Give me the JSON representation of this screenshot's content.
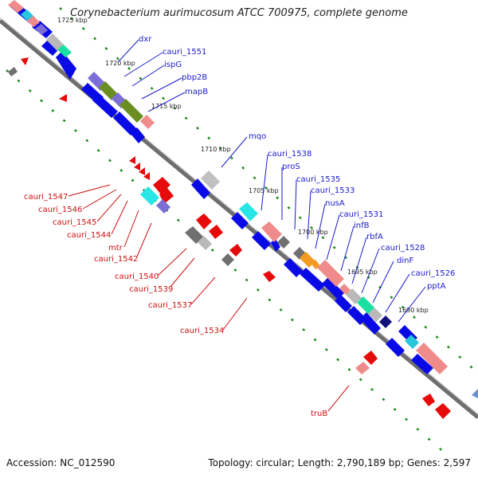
{
  "title": "Corynebacterium aurimucosum ATCC 700975, complete genome",
  "footer": {
    "accession": "Accession: NC_012590",
    "summary": "Topology: circular; Length: 2,790,189 bp; Genes: 2,597"
  },
  "colors": {
    "forward_gene": "#0a0ae6",
    "reverse_gene": "#e60a0a",
    "label_forward": "#1a1acc",
    "label_reverse": "#cc1111",
    "backbone": "#7a7a7a",
    "tick_green": "#1a8c1a"
  },
  "scale_labels": [
    "1725 kbp",
    "1720 kbp",
    "1715 kbp",
    "1710 kbp",
    "1705 kbp",
    "1700 kbp",
    "1695 kbp",
    "1690 kbp"
  ],
  "forward_labels": [
    "dxr",
    "cauri_1551",
    "ispG",
    "pbp2B",
    "mapB",
    "mqo",
    "cauri_1538",
    "proS",
    "cauri_1535",
    "cauri_1533",
    "nusA",
    "cauri_1531",
    "infB",
    "rbfA",
    "cauri_1528",
    "dinF",
    "cauri_1526",
    "pptA"
  ],
  "reverse_labels": [
    "cauri_1547",
    "cauri_1546",
    "cauri_1545",
    "cauri_1544",
    "mtr",
    "cauri_1542",
    "cauri_1540",
    "cauri_1539",
    "cauri_1537",
    "cauri_1534",
    "truB"
  ]
}
